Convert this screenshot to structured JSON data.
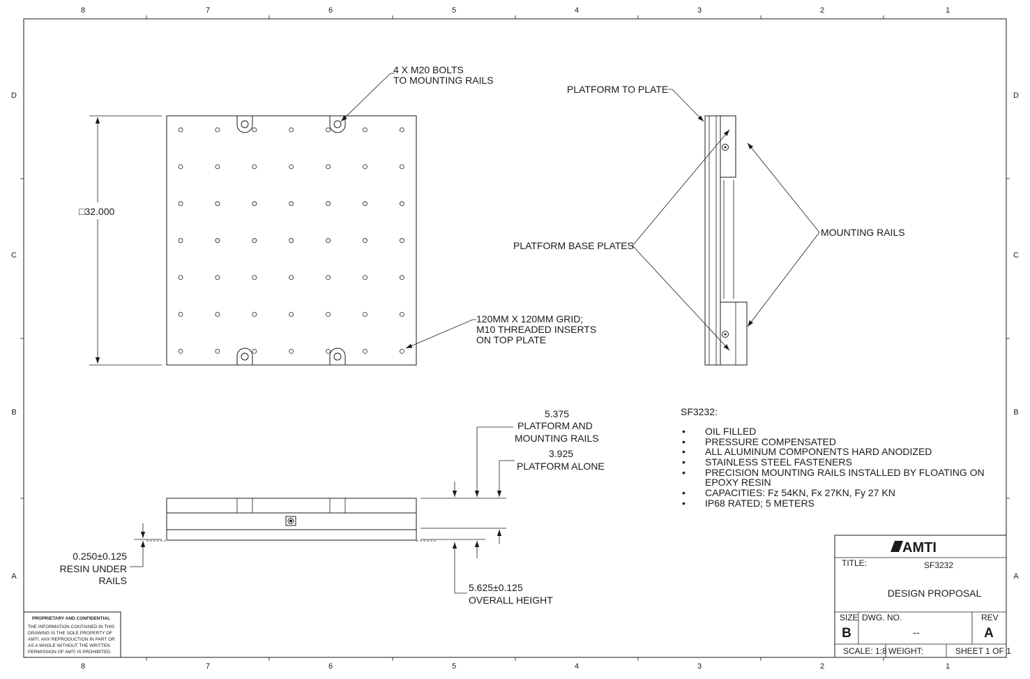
{
  "zones": {
    "columns": [
      "8",
      "7",
      "6",
      "5",
      "4",
      "3",
      "2",
      "1"
    ],
    "rows": [
      "D",
      "C",
      "B",
      "A"
    ]
  },
  "top_view": {
    "dimension": "□32.000",
    "bolts_note": [
      "4 X M20 BOLTS",
      "TO MOUNTING RAILS"
    ],
    "grid_note": [
      "120MM X 120MM GRID;",
      "M10 THREADED INSERTS",
      "ON TOP PLATE"
    ]
  },
  "side_view": {
    "platform_to_plate": "PLATFORM TO PLATE",
    "base_plates": "PLATFORM BASE PLATES",
    "mounting_rails": "MOUNTING RAILS"
  },
  "front_view": {
    "dim_total": [
      "5.375",
      "PLATFORM AND",
      "MOUNTING RAILS"
    ],
    "dim_platform": [
      "3.925",
      "PLATFORM ALONE"
    ],
    "dim_resin": [
      "0.250±0.125",
      "RESIN UNDER",
      "RAILS"
    ],
    "dim_overall": [
      "5.625±0.125",
      "OVERALL HEIGHT"
    ]
  },
  "notes": {
    "heading": "SF3232:",
    "bullet": "•",
    "items": [
      [
        "OIL FILLED"
      ],
      [
        "PRESSURE COMPENSATED"
      ],
      [
        "ALL ALUMINUM COMPONENTS HARD ANODIZED"
      ],
      [
        "STAINLESS STEEL FASTENERS"
      ],
      [
        "PRECISION MOUNTING RAILS INSTALLED BY FLOATING ON",
        "EPOXY RESIN"
      ],
      [
        "CAPACITIES: Fz 54KN, Fx 27KN, Fy 27 KN"
      ],
      [
        "IP68 RATED; 5 METERS"
      ]
    ]
  },
  "proprietary": {
    "title": "PROPRIETARY AND CONFIDENTIAL",
    "lines": [
      "THE INFORMATION CONTAINED IN THIS",
      "DRAWING IS THE SOLE PROPERTY OF",
      "AMTI.  ANY REPRODUCTION IN PART OR",
      "AS A WHOLE WITHOUT THE WRITTEN",
      "PERMISSION OF AMTI IS PROHIBITED."
    ]
  },
  "title_block": {
    "logo": "AMTI",
    "title_label": "TITLE:",
    "title_value": "SF3232",
    "subtitle": "DESIGN PROPOSAL",
    "size_label": "SIZE",
    "size_value": "B",
    "dwg_label": "DWG.  NO.",
    "dwg_value": "--",
    "rev_label": "REV",
    "rev_value": "A",
    "scale": "SCALE: 1:8",
    "weight": "WEIGHT:",
    "sheet": "SHEET 1 OF 1"
  }
}
